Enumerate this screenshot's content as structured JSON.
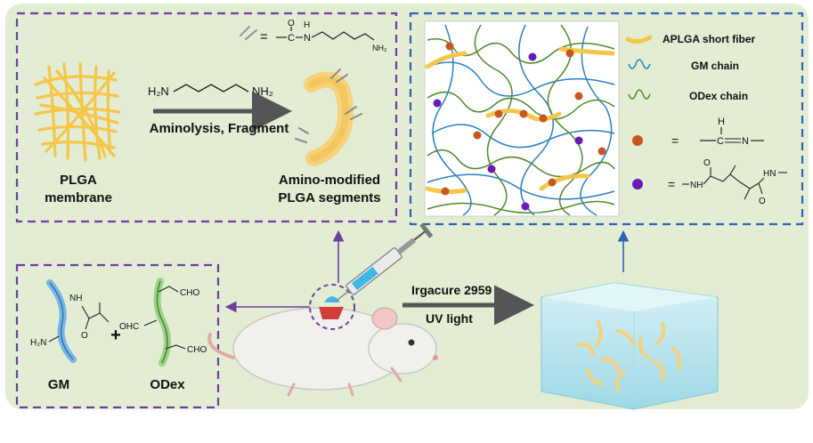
{
  "colors": {
    "background": "#e2edd4",
    "purple_frame": "#6f3fa0",
    "blue_frame": "#2f63b6",
    "fiber_yellow": "#f4c64a",
    "gm_chain_blue": "#2b7fc4",
    "odex_chain_green": "#4f8a2e",
    "imine_dot": "#c8561e",
    "amide_dot": "#6a1bb5"
  },
  "top_left_panel": {
    "membrane_label_1": "PLGA",
    "membrane_label_2": "membrane",
    "reagent_nh2_left": "H₂N",
    "reagent_nh2_right": "NH₂",
    "process_label": "Aminolysis, Fragment",
    "product_label_1": "Amino-modified",
    "product_label_2": "PLGA segments",
    "equals": "=",
    "chain_c": "C",
    "chain_o": "O",
    "chain_h": "H",
    "chain_n": "N",
    "chain_nh2": "NH₂"
  },
  "legend": {
    "fiber": "APLGA short fiber",
    "gm": "GM chain",
    "odex": "ODex chain",
    "eq": "=",
    "imine_h": "H",
    "imine_c": "C",
    "imine_n": "N",
    "amide_o": "O",
    "amide_nh_left": "NH",
    "amide_hn_right": "HN"
  },
  "bottom_left_panel": {
    "gm_nh": "NH",
    "gm_h2n": "H₂N",
    "gm_o": "O",
    "plus": "+",
    "odex_cho_top": "CHO",
    "odex_ohc": "OHC",
    "odex_cho_bottom": "CHO",
    "gm_label": "GM",
    "odex_label": "ODex"
  },
  "process": {
    "initiator": "Irgacure 2959",
    "light": "UV light"
  }
}
